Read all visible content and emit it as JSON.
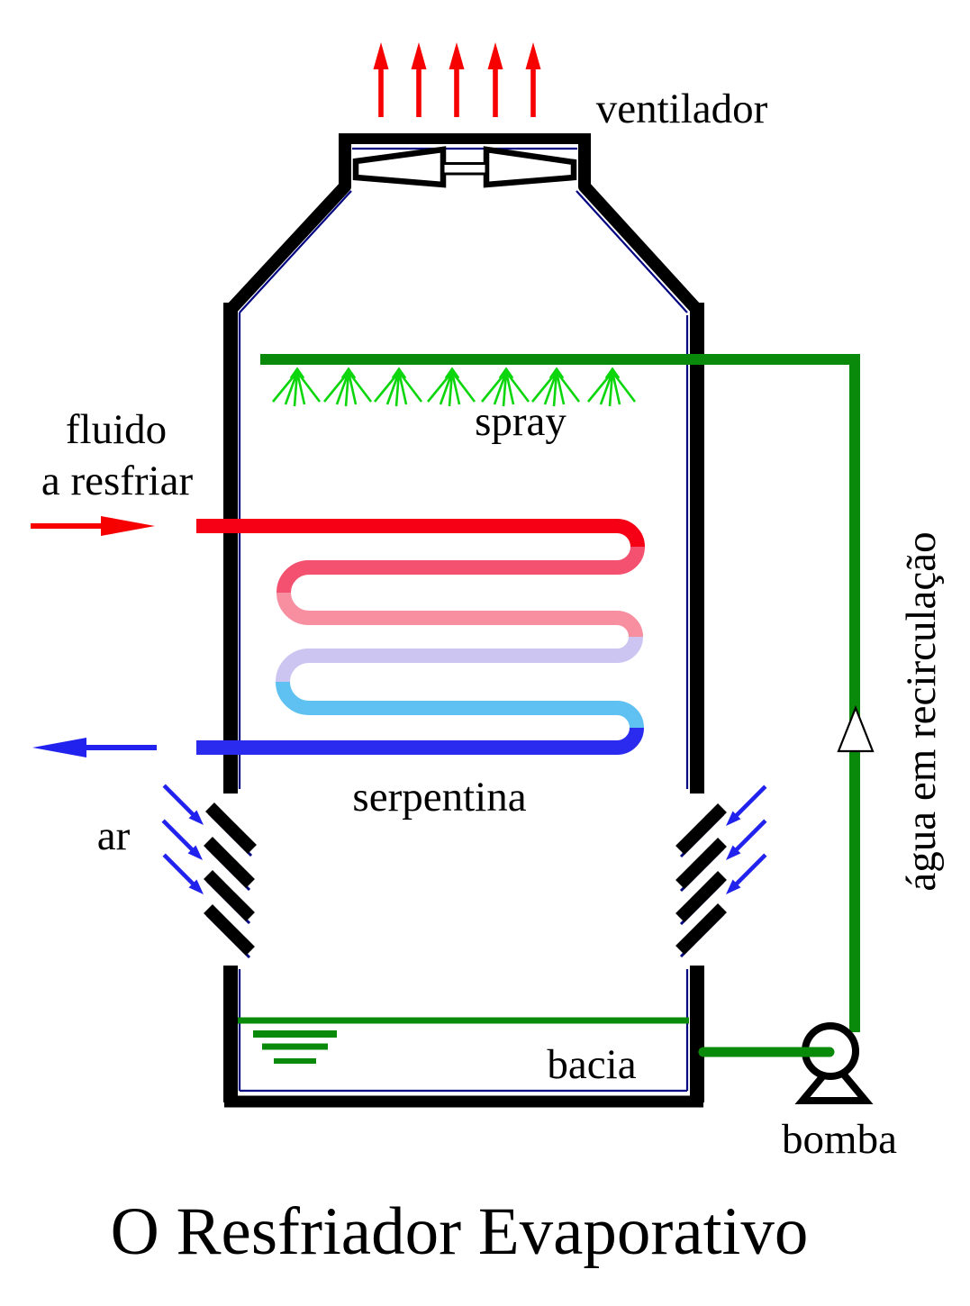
{
  "figure": {
    "title": "O Resfriador Evaporativo",
    "labels": {
      "fan": "ventilador",
      "spray": "spray",
      "fluid_in_line1": "fluido",
      "fluid_in_line2": "a resfriar",
      "coil": "serpentina",
      "air": "ar",
      "basin": "bacia",
      "pump": "bomba",
      "recirculation": "água em recirculação"
    }
  },
  "colors": {
    "outline_black": "#000000",
    "inner_edge_navy": "#000080",
    "pipe_green": "#0a8a0a",
    "spray_green": "#0bd60b",
    "hot_red": "#f60000",
    "cold_blue": "#2222ee",
    "text": "#000000",
    "background": "#ffffff"
  },
  "serpentine": {
    "segment_colors": [
      "#f50015",
      "#f4506f",
      "#f78fa0",
      "#ccc5f2",
      "#5ec1f2",
      "#2b2bf0"
    ]
  },
  "counts": {
    "exhaust_arrows": 5,
    "spray_nozzles": 7,
    "air_arrows_per_side": 3,
    "louver_slats_per_side": 4
  }
}
